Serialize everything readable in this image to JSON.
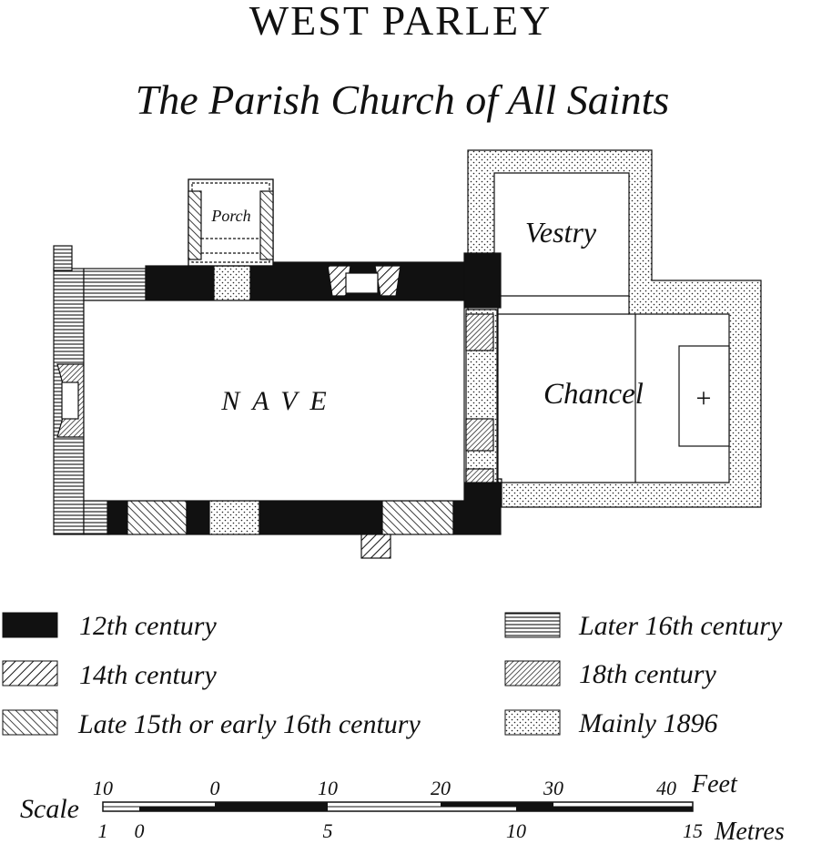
{
  "title": "WEST PARLEY",
  "subtitle": "The Parish Church of All Saints",
  "rooms": {
    "porch": "Porch",
    "nave": "NAVE",
    "vestry": "Vestry",
    "chancel": "Chancel",
    "altar_cross": "+"
  },
  "legend": [
    {
      "label": "12th century",
      "pattern": "solid-black"
    },
    {
      "label": "14th century",
      "pattern": "hatch-diagonal-right"
    },
    {
      "label": "Late 15th or early 16th century",
      "pattern": "hatch-diagonal-left"
    },
    {
      "label": "Later 16th century",
      "pattern": "horizontal-lines"
    },
    {
      "label": "18th century",
      "pattern": "hatch-diagonal-dense"
    },
    {
      "label": "Mainly 1896",
      "pattern": "stipple"
    }
  ],
  "scale": {
    "label": "Scale",
    "feet_unit": "Feet",
    "metres_unit": "Metres",
    "feet_ticks": [
      "10",
      "0",
      "10",
      "20",
      "30",
      "40"
    ],
    "metre_ticks": [
      "1",
      "0",
      "5",
      "10",
      "15"
    ]
  }
}
